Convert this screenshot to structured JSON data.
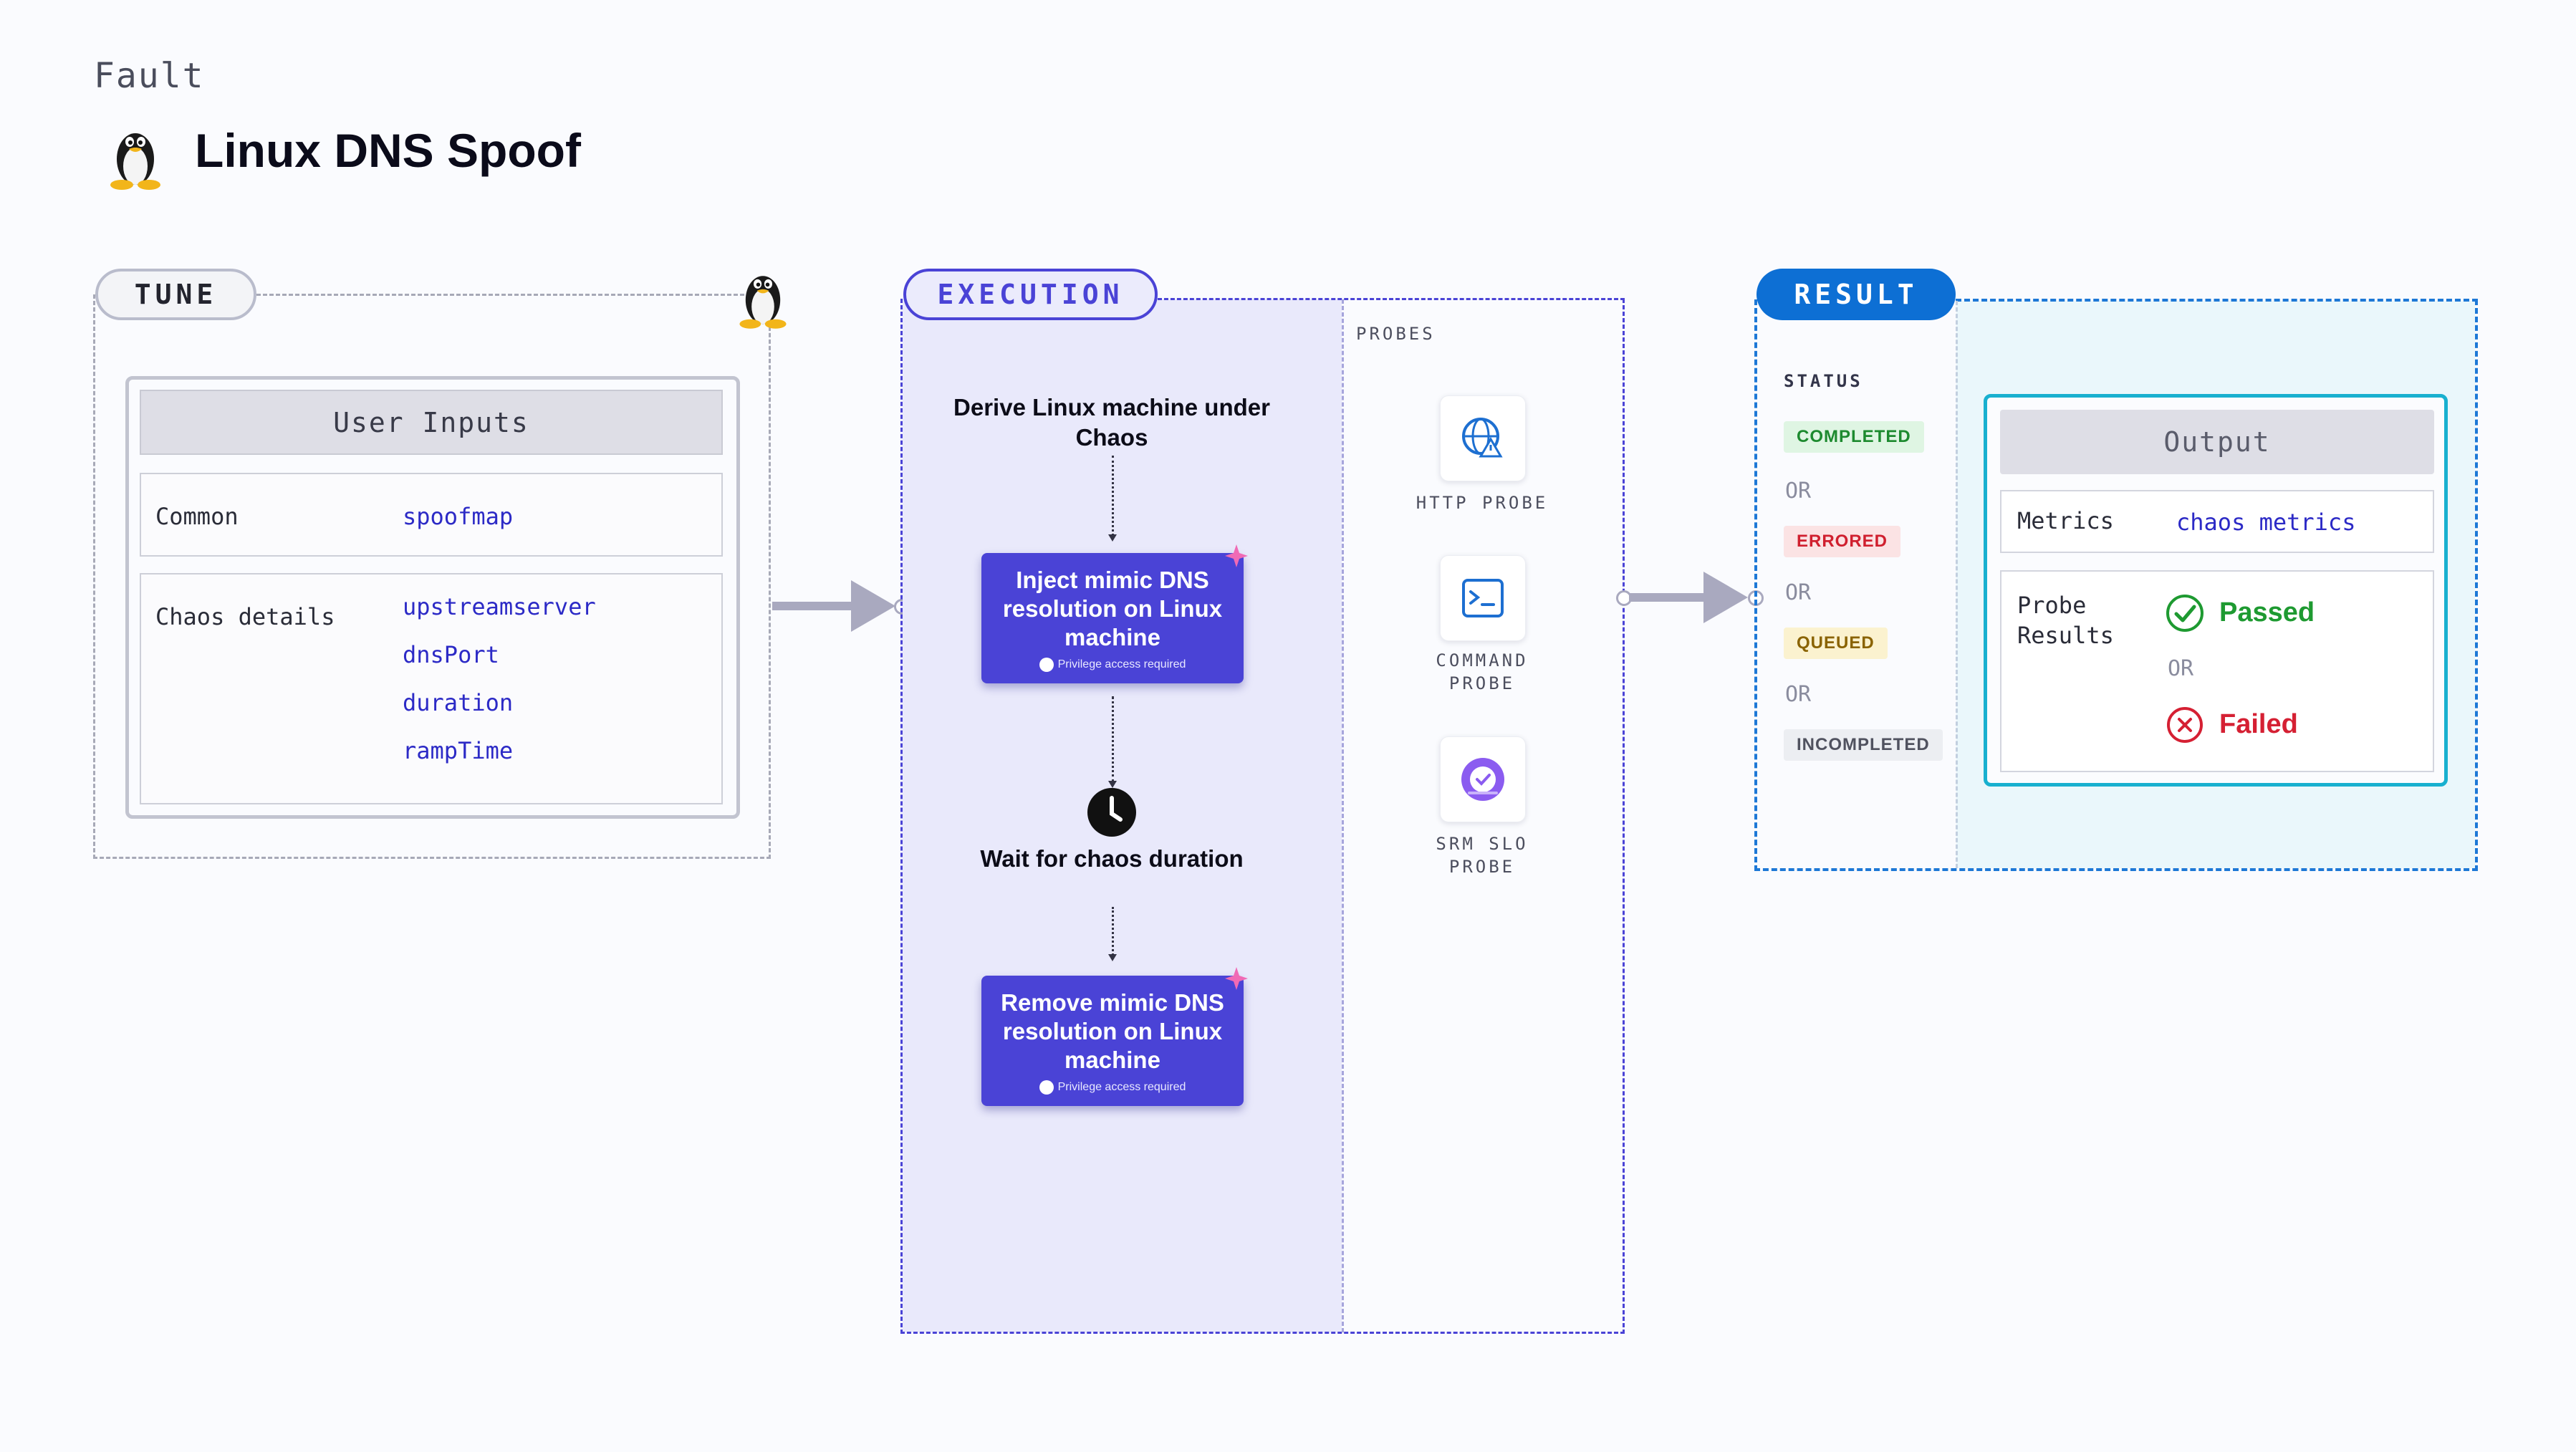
{
  "header": {
    "eyebrow": "Fault",
    "title": "Linux DNS Spoof"
  },
  "tune": {
    "label": "TUNE",
    "user_inputs_title": "User Inputs",
    "rows": [
      {
        "label": "Common",
        "values": [
          "spoofmap"
        ]
      },
      {
        "label": "Chaos details",
        "values": [
          "upstreamserver",
          "dnsPort",
          "duration",
          "rampTime"
        ]
      }
    ]
  },
  "execution": {
    "label": "EXECUTION",
    "steps": {
      "derive": "Derive Linux machine under Chaos",
      "inject": "Inject mimic DNS resolution on Linux machine",
      "wait": "Wait for chaos duration",
      "remove": "Remove mimic DNS resolution on Linux machine",
      "privilege_note": "Privilege access required"
    },
    "probes_label": "PROBES",
    "probes": [
      {
        "name": "HTTP PROBE",
        "icon": "http-probe-icon"
      },
      {
        "name": "COMMAND PROBE",
        "icon": "command-probe-icon"
      },
      {
        "name": "SRM SLO PROBE",
        "icon": "srm-slo-probe-icon"
      }
    ]
  },
  "result": {
    "label": "RESULT",
    "status_label": "STATUS",
    "statuses": [
      {
        "text": "COMPLETED",
        "bg": "#dff5e3",
        "fg": "#1d8a2f"
      },
      {
        "text": "ERRORED",
        "bg": "#fbe3e4",
        "fg": "#d0202f"
      },
      {
        "text": "QUEUED",
        "bg": "#fbf2cf",
        "fg": "#8a6300"
      },
      {
        "text": "INCOMPLETED",
        "bg": "#eceef2",
        "fg": "#50525f"
      }
    ],
    "or_text": "OR",
    "output": {
      "title": "Output",
      "metrics_label": "Metrics",
      "metrics_value": "chaos metrics",
      "probe_results_label": "Probe Results",
      "passed": "Passed",
      "failed": "Failed",
      "or_text": "OR"
    }
  },
  "colors": {
    "execution_accent": "#4a43d6",
    "result_accent": "#0d6fd4",
    "passed": "#1e9a31",
    "failed": "#d52033"
  }
}
